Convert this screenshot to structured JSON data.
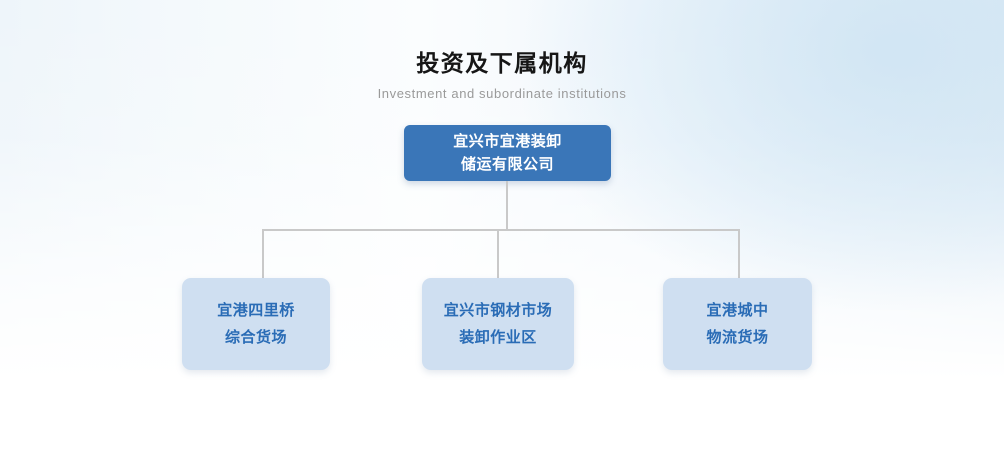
{
  "header": {
    "title": "投资及下属机构",
    "subtitle": "Investment and subordinate institutions"
  },
  "colors": {
    "root_node_bg": "#3a76b8",
    "root_node_text": "#ffffff",
    "child_node_bg": "#cfdff1",
    "child_node_text": "#2a6cb6",
    "connector_line": "#c9c9c9",
    "title_text": "#161616",
    "subtitle_text": "#9a9a9a",
    "background_accent": "#dbe9f4"
  },
  "org_chart": {
    "root": {
      "label": "宜兴市宜港装卸\n储运有限公司",
      "line1": "宜兴市宜港装卸",
      "line2": "储运有限公司"
    },
    "children": [
      {
        "label": "宜港四里桥\n综合货场",
        "line1": "宜港四里桥",
        "line2": "综合货场"
      },
      {
        "label": "宜兴市钢材市场\n装卸作业区",
        "line1": "宜兴市钢材市场",
        "line2": "装卸作业区"
      },
      {
        "label": "宜港城中\n物流货场",
        "line1": "宜港城中",
        "line2": "物流货场"
      }
    ]
  }
}
